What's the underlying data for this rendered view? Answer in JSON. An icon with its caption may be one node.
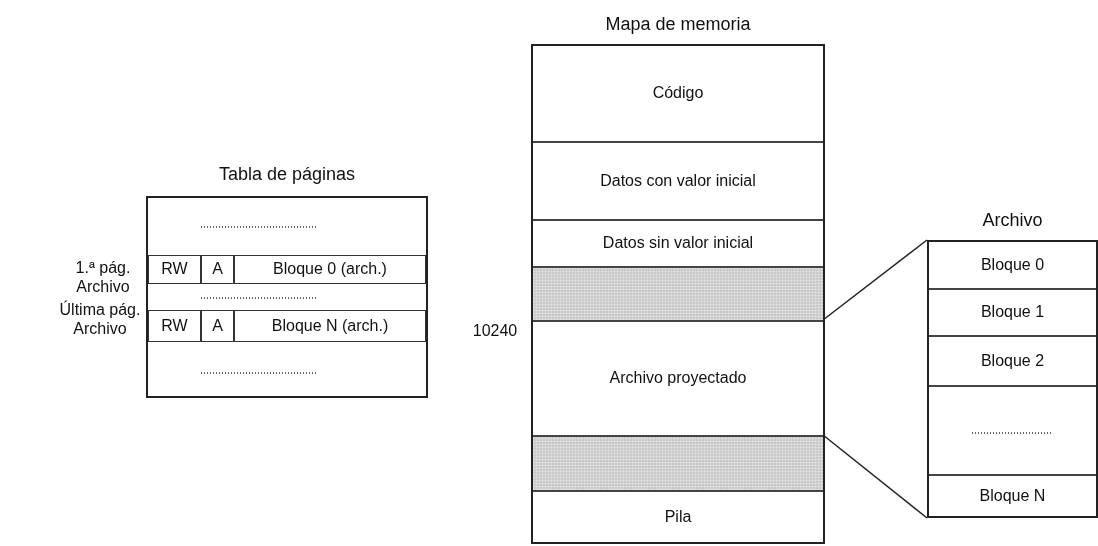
{
  "diagram": {
    "nodes": [
      {
        "text": [
          "Tabla de páginas"
        ]
      },
      {
        "text": [
          "RW"
        ],
        "in": 0
      },
      {
        "text": [
          "A"
        ],
        "in": 0
      },
      {
        "text": [
          "Bloque 0 (arch.)"
        ],
        "in": 0
      },
      {
        "text": [
          "RW"
        ],
        "in": 0
      },
      {
        "text": [
          "A"
        ],
        "in": 0
      },
      {
        "text": [
          "Bloque N (arch.)"
        ],
        "in": 0
      },
      {
        "text": [
          "Mapa de memoria"
        ]
      },
      {
        "text": [
          "Código"
        ],
        "in": 7
      },
      {
        "text": [
          "Datos con valor inicial"
        ],
        "in": 7
      },
      {
        "text": [
          "Datos sin valor inicial"
        ],
        "in": 7
      },
      {
        "text": [],
        "shape": "box",
        "in": 7
      },
      {
        "text": [
          "Archivo proyectado"
        ],
        "in": 7
      },
      {
        "text": [],
        "shape": "box",
        "in": 7
      },
      {
        "text": [
          "Pila"
        ],
        "in": 7
      },
      {
        "text": [
          "Archivo"
        ]
      },
      {
        "text": [
          "Bloque 0"
        ],
        "in": 15
      },
      {
        "text": [
          "Bloque 1"
        ],
        "in": 15
      },
      {
        "text": [
          "Bloque 2"
        ],
        "in": 15
      },
      {
        "text": [],
        "shape": "box",
        "in": 15
      },
      {
        "text": [
          "Bloque N"
        ],
        "in": 15
      }
    ],
    "edges": [
      {
        "from": 12,
        "to": 15,
        "arrow": "none"
      },
      {
        "from": 12,
        "to": 15,
        "arrow": "none"
      }
    ],
    "labels": [
      "1.ª pág. Archivo",
      "Última pág. Archivo",
      "10240"
    ]
  }
}
